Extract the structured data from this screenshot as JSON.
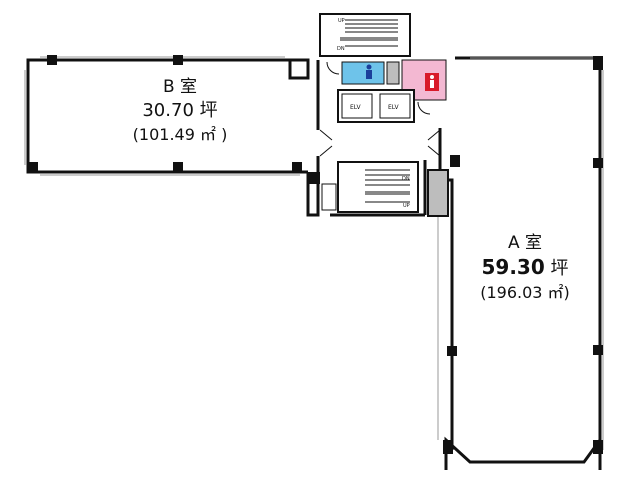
{
  "rooms": {
    "b": {
      "name": "B 室",
      "tsubo_value": "30.70",
      "tsubo_unit": "坪",
      "area": "(101.49 ㎡ )"
    },
    "a": {
      "name": "A 室",
      "tsubo_value": "59.30",
      "tsubo_unit": "坪",
      "area": "(196.03 ㎡)"
    }
  },
  "core": {
    "elevator_left": "ELV",
    "elevator_right": "ELV",
    "stair_top_up": "UP",
    "stair_top_dn": "DN",
    "stair_mid_dn": "DN",
    "stair_mid_up": "UP"
  },
  "colors": {
    "wall": "#111111",
    "mens_restroom": "#6ec3ea",
    "womens_restroom": "#f3b8d2",
    "shaft": "#bdbdbd"
  },
  "icons": {
    "mens": "mens-restroom-icon",
    "womens": "womens-restroom-icon"
  }
}
